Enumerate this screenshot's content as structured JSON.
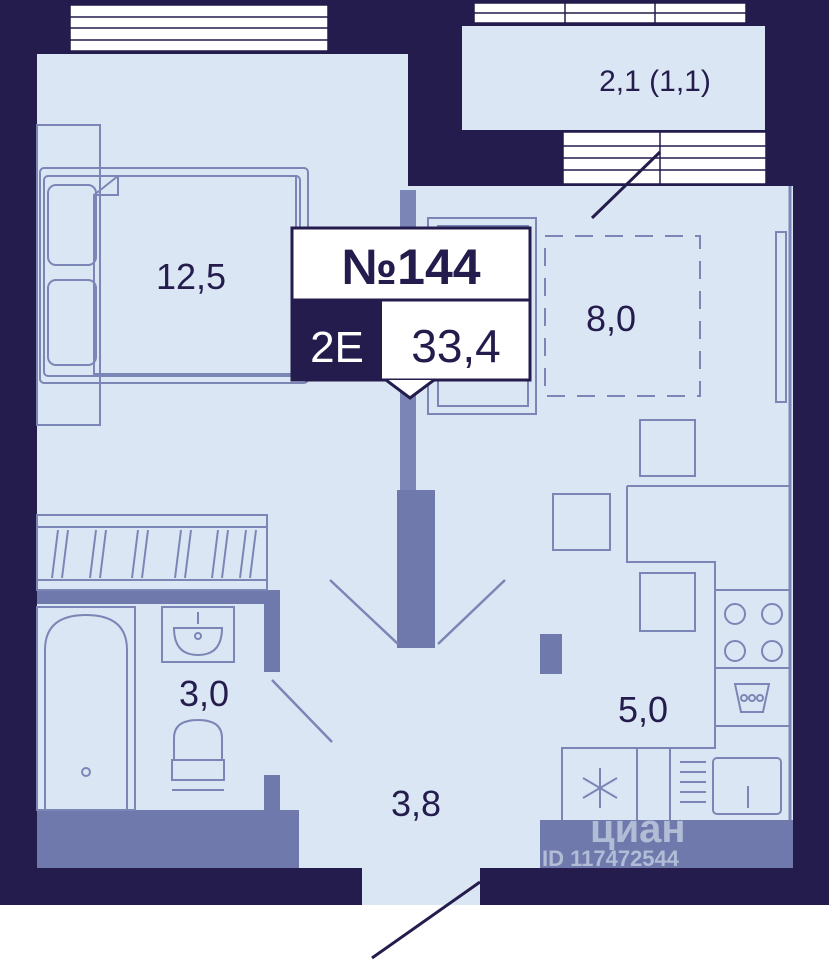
{
  "apartment": {
    "number": "№144",
    "type": "2E",
    "total_area": "33,4"
  },
  "rooms": {
    "bedroom": "12,5",
    "living": "8,0",
    "bathroom": "3,0",
    "hall": "3,8",
    "kitchen": "5,0",
    "balcony": "2,1 (1,1)"
  },
  "watermark": {
    "brand": "циан",
    "listing_id": "ID 117472544"
  },
  "colors": {
    "wall": "#231c4d",
    "floor": "#dbe6f4",
    "line": "#7b86b6",
    "accent_wall": "#6f79ab"
  }
}
